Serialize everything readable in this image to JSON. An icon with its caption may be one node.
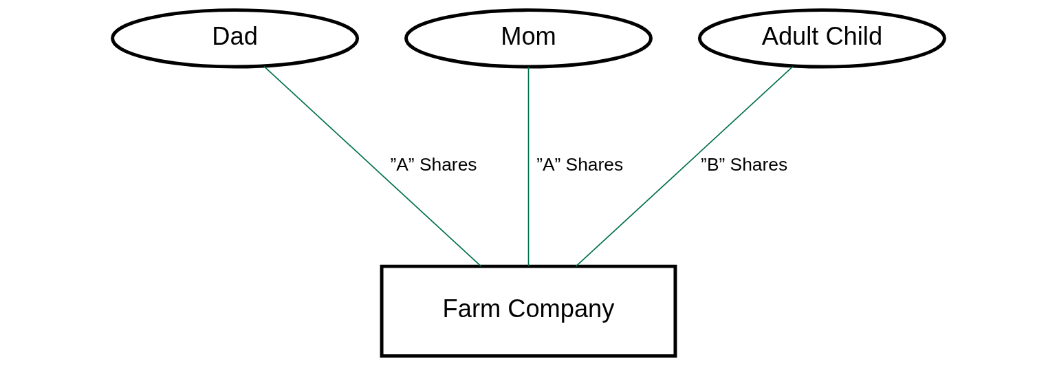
{
  "diagram": {
    "nodes": [
      {
        "text": [
          "Dad"
        ]
      },
      {
        "text": [
          "Mom"
        ]
      },
      {
        "text": [
          "Adult Child"
        ]
      },
      {
        "text": [
          "Farm Company"
        ]
      }
    ],
    "edges": [
      {
        "from": 0,
        "to": 3,
        "arrow": "none",
        "label": "”A” Shares"
      },
      {
        "from": 1,
        "to": 3,
        "arrow": "none",
        "label": "”A” Shares"
      },
      {
        "from": 2,
        "to": 3,
        "arrow": "none",
        "label": "”B” Shares"
      }
    ]
  }
}
